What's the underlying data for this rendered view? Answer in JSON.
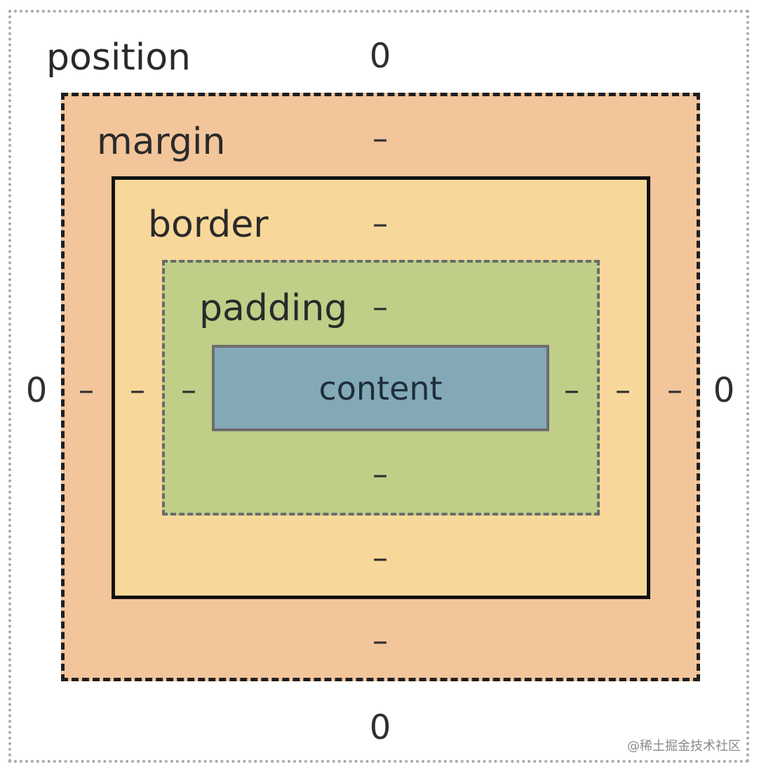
{
  "labels": {
    "position": "position",
    "margin": "margin",
    "border": "border",
    "padding": "padding",
    "content": "content"
  },
  "values": {
    "position_top": "0",
    "position_left": "0",
    "position_right": "0",
    "position_bottom": "0",
    "margin_top": "–",
    "margin_left": "–",
    "margin_right": "–",
    "margin_bottom": "–",
    "border_top": "–",
    "border_left": "–",
    "border_right": "–",
    "border_bottom": "–",
    "padding_top": "–",
    "padding_left": "–",
    "padding_right": "–",
    "padding_bottom": "–"
  },
  "watermark": "@稀土掘金技术社区",
  "colors": {
    "position_border": "#a9a9a9",
    "margin_fill": "#f2c59b",
    "border_fill": "#f8d89a",
    "padding_fill": "#bfcf88",
    "content_fill": "#83a9b7"
  }
}
